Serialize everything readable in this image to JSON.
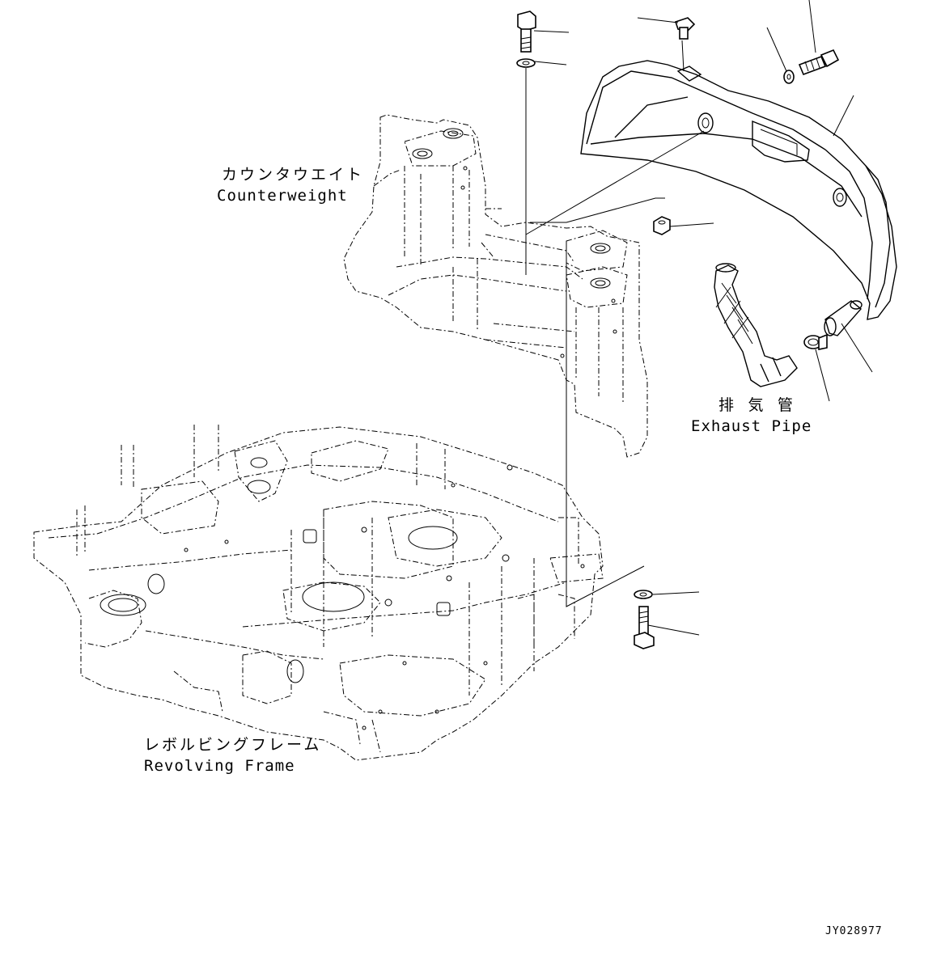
{
  "labels": {
    "counterweight_jp": "カウンタウエイト",
    "counterweight_en": "Counterweight",
    "exhaust_jp": "排 気 管",
    "exhaust_en": "Exhaust Pipe",
    "frame_jp": "レボルビングフレーム",
    "frame_en": "Revolving Frame",
    "drawing_code": "JY028977"
  },
  "icons": [
    "bolt-icon",
    "washer-icon",
    "nut-icon",
    "clamp-icon"
  ]
}
